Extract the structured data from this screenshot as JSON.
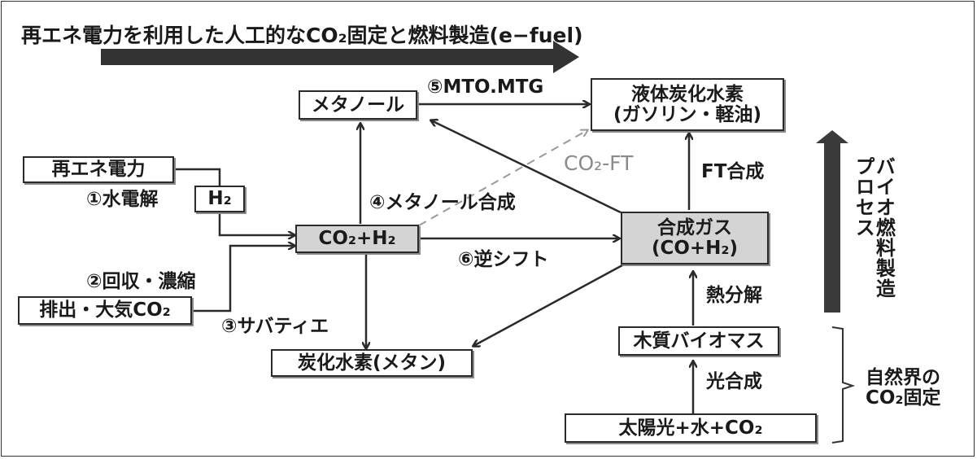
{
  "title": "再エネ電力を利用した人工的なCO₂固定と燃料製造(e−fuel)",
  "nodes": {
    "renewable_power": "再エネ電力",
    "h2": "H₂",
    "emitted_co2": "排出・大気CO₂",
    "co2_h2": "CO₂+H₂",
    "methanol": "メタノール",
    "liquid_hc_line1": "液体炭化水素",
    "liquid_hc_line2": "(ガソリン・軽油)",
    "syngas_line1": "合成ガス",
    "syngas_line2": "(CO+H₂)",
    "methane": "炭化水素(メタン)",
    "woody_biomass": "木質バイオマス",
    "sun_water_co2": "太陽光+水+CO₂"
  },
  "edge_labels": {
    "electrolysis": "①水電解",
    "capture": "②回収・濃縮",
    "sabatier": "③サバティエ",
    "methanol_synthesis": "④メタノール合成",
    "mto_mtg": "⑤MTO.MTG",
    "reverse_shift": "⑥逆シフト",
    "co2_ft": "CO₂-FT",
    "ft_synthesis": "FT合成",
    "pyrolysis": "熱分解",
    "photosynthesis": "光合成"
  },
  "side_labels": {
    "biofuel_process": "バイオ燃料製造プロセス",
    "natural_fixation_line1": "自然界の",
    "natural_fixation_line2": "CO₂固定"
  },
  "colors": {
    "line": "#2a2a2a",
    "dashed": "#9a9a9a",
    "box_gray": "#d4d4d4",
    "big_arrow": "#333333"
  }
}
